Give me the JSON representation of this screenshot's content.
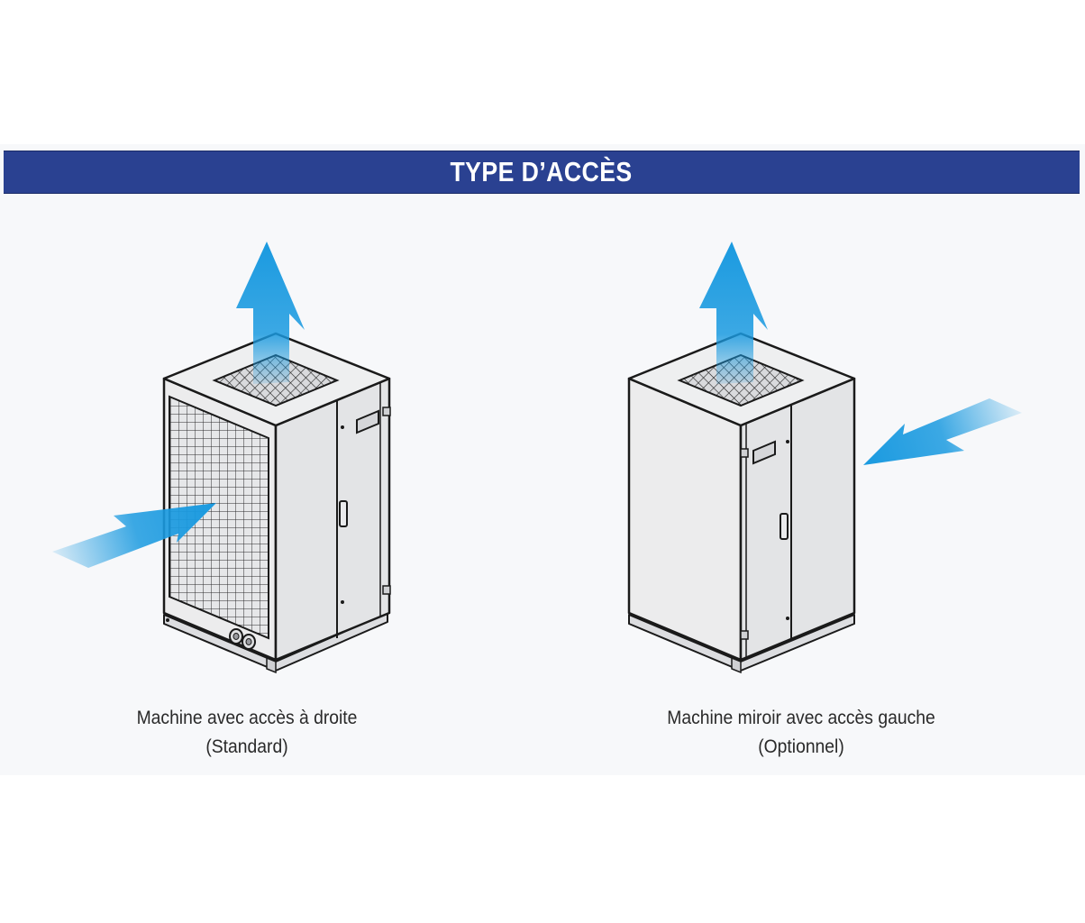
{
  "header": {
    "title": "TYPE D’ACCÈS",
    "color": "#2a4191"
  },
  "machines": [
    {
      "caption_line1": "Machine avec accès à droite",
      "caption_line2": "(Standard)",
      "access_side": "right"
    },
    {
      "caption_line1": "Machine miroir avec accès gauche",
      "caption_line2": "(Optionnel)",
      "access_side": "left"
    }
  ],
  "colors": {
    "arrow": "#1a9ae0",
    "cabinet_front": "#ececed",
    "cabinet_side": "#e2e3e5",
    "outline": "#1a1a1a"
  },
  "icons": [
    "airflow-up-arrow-icon",
    "airflow-in-arrow-icon",
    "grille-icon",
    "door-handle-icon",
    "hinge-icon",
    "pipe-connector-icon"
  ]
}
